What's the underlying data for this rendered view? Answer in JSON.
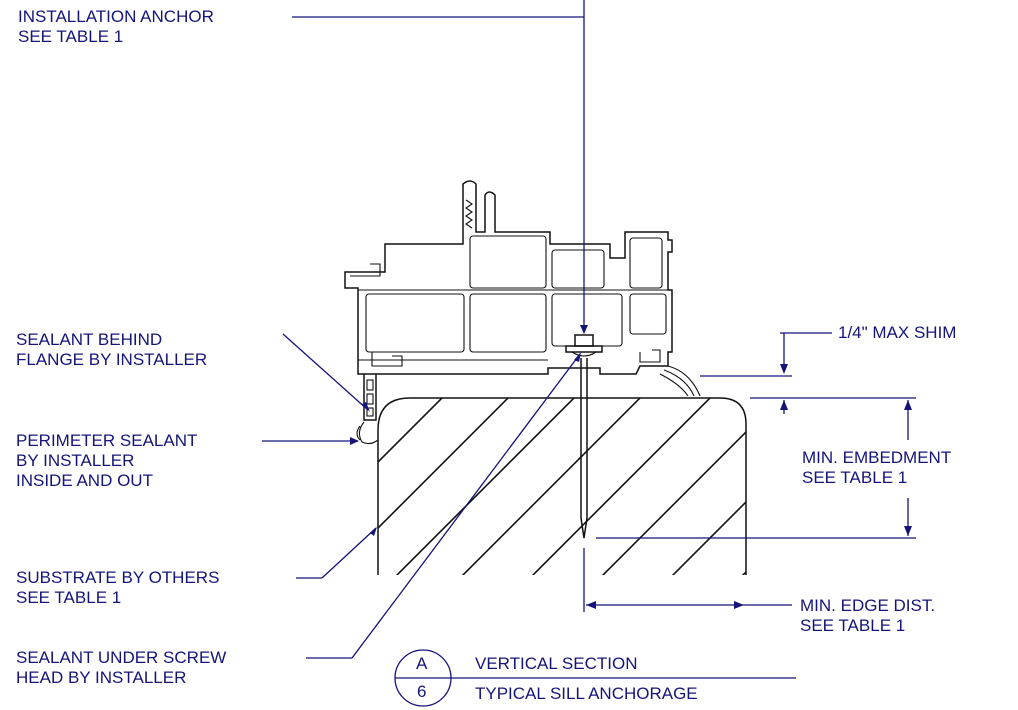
{
  "labels": {
    "installation_anchor": [
      "INSTALLATION ANCHOR",
      "SEE TABLE 1"
    ],
    "sealant_behind_flange": [
      "SEALANT BEHIND",
      "FLANGE BY INSTALLER"
    ],
    "perimeter_sealant": [
      "PERIMETER SEALANT",
      "BY INSTALLER",
      "INSIDE AND OUT"
    ],
    "substrate": [
      "SUBSTRATE BY OTHERS",
      "SEE TABLE 1"
    ],
    "sealant_under_screw": [
      "SEALANT UNDER SCREW",
      "HEAD BY INSTALLER"
    ],
    "max_shim": "1/4\"  MAX SHIM",
    "min_embedment": [
      "MIN. EMBEDMENT",
      "SEE TABLE 1"
    ],
    "min_edge_dist": [
      "MIN. EDGE DIST.",
      "SEE TABLE 1"
    ]
  },
  "title_block": {
    "detail_letter": "A",
    "sheet_number": "6",
    "title": "VERTICAL SECTION",
    "subtitle": "TYPICAL SILL ANCHORAGE"
  },
  "colors": {
    "annotation": "#14147a",
    "linework": "#111111"
  }
}
